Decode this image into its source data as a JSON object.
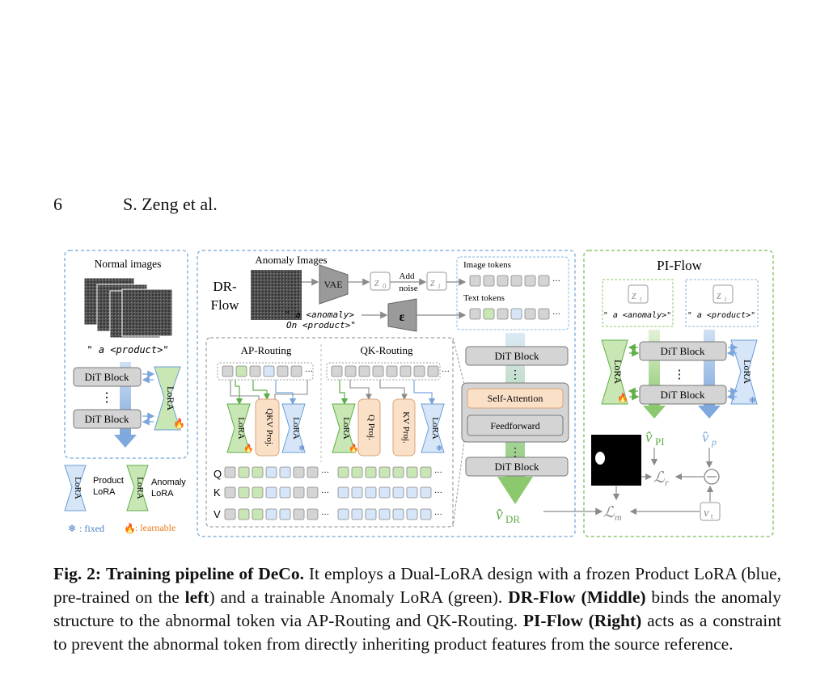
{
  "header": {
    "page_number": "6",
    "authors": "S. Zeng et al."
  },
  "figure": {
    "left_panel": {
      "title": "Normal images",
      "prompt": "\" a <product>\"",
      "dit_block": "DiT Block",
      "ellipsis": "⋮",
      "lora": "LoRA"
    },
    "legend": {
      "product_lora": [
        "Product",
        "LoRA"
      ],
      "anomaly_lora": [
        "Anomaly",
        "LoRA"
      ],
      "fixed": ": fixed",
      "learnable": ": learnable",
      "lora": "LoRA"
    },
    "middle_panel": {
      "dr_flow": [
        "DR-",
        "Flow"
      ],
      "anomaly_images": "Anomaly Images",
      "vae": "VAE",
      "z0": "z",
      "z0_sub": "0",
      "zt": "z",
      "zt_sub": "t",
      "add_noise": [
        "Add",
        "noise"
      ],
      "image_tokens": "Image tokens",
      "text_tokens": "Text tokens",
      "prompt": [
        "\" a <anomaly>",
        "On <product>\""
      ],
      "encoder": "ε",
      "ap_routing": "AP-Routing",
      "qk_routing": "QK-Routing",
      "qkv_proj": "QKV Proj.",
      "q_proj": "Q Proj.",
      "kv_proj": "KV Proj.",
      "lora": "LoRA",
      "q": "Q",
      "k": "K",
      "v": "V",
      "dots": "···",
      "dit_block": "DiT Block",
      "self_attention": "Self-Attention",
      "feedforward": "Feedforward",
      "v_dr": "v̂",
      "v_dr_sub": "DR"
    },
    "right_panel": {
      "title": "PI-Flow",
      "zt": "z",
      "zt_sub": "t",
      "prompt_anomaly": "\" a <anomaly>\"",
      "prompt_product": "\" a <product>\"",
      "lora": "LoRA",
      "dit_block": "DiT Block",
      "ellipsis": "⋮",
      "v_pi": "v̂",
      "v_pi_sub": "PI",
      "v_p": "v̂",
      "v_p_sub": "p",
      "loss_r": "ℒ",
      "loss_r_sub": "r",
      "loss_m": "ℒ",
      "loss_m_sub": "m",
      "v_t": "v",
      "v_t_sub": "t"
    }
  },
  "caption": {
    "label": "Fig. 2:",
    "title": "Training pipeline of DeCo.",
    "t1": " It employs a Dual-LoRA design with a frozen Product LoRA (blue, pre-trained on the ",
    "left": "left",
    "t2": ") and a trainable Anomaly LoRA (green). ",
    "dr": "DR-Flow (Middle)",
    "t3": " binds the anomaly structure to the abnormal token via AP-Routing and QK-Routing. ",
    "pi": "PI-Flow (Right)",
    "t4": " acts as a constraint to prevent the abnormal token from directly inheriting product features from the source reference."
  },
  "colors": {
    "blue_lora": "#d6e6f8",
    "green_lora": "#c9e6b5",
    "orange": "#fbe0c8",
    "gray_block": "#d4d4d4",
    "frame_blue": "#8ab4dc",
    "frame_green": "#8cc86e"
  }
}
